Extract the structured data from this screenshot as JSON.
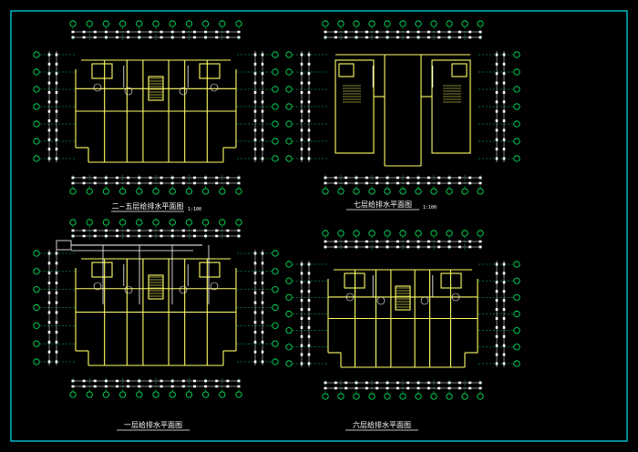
{
  "sheet": {
    "background": "#000000",
    "frame_color": "#00e5ff",
    "wall_color": "#ffff66",
    "axis_color": "#00ff66",
    "dim_color": "#ffffff",
    "pipe_color": "#ffffff"
  },
  "drawings": [
    {
      "id": "plan-1",
      "title": "二~五层给排水平面图",
      "scale": "1:100",
      "layout": "full",
      "riser": false
    },
    {
      "id": "plan-2",
      "title": "七层给排水平面图",
      "scale": "1:100",
      "layout": "stair-wings",
      "riser": false
    },
    {
      "id": "plan-3",
      "title": "一层给排水平面图",
      "scale": "",
      "layout": "full",
      "riser": true
    },
    {
      "id": "plan-4",
      "title": "六层给排水平面图",
      "scale": "",
      "layout": "full",
      "riser": false
    }
  ]
}
